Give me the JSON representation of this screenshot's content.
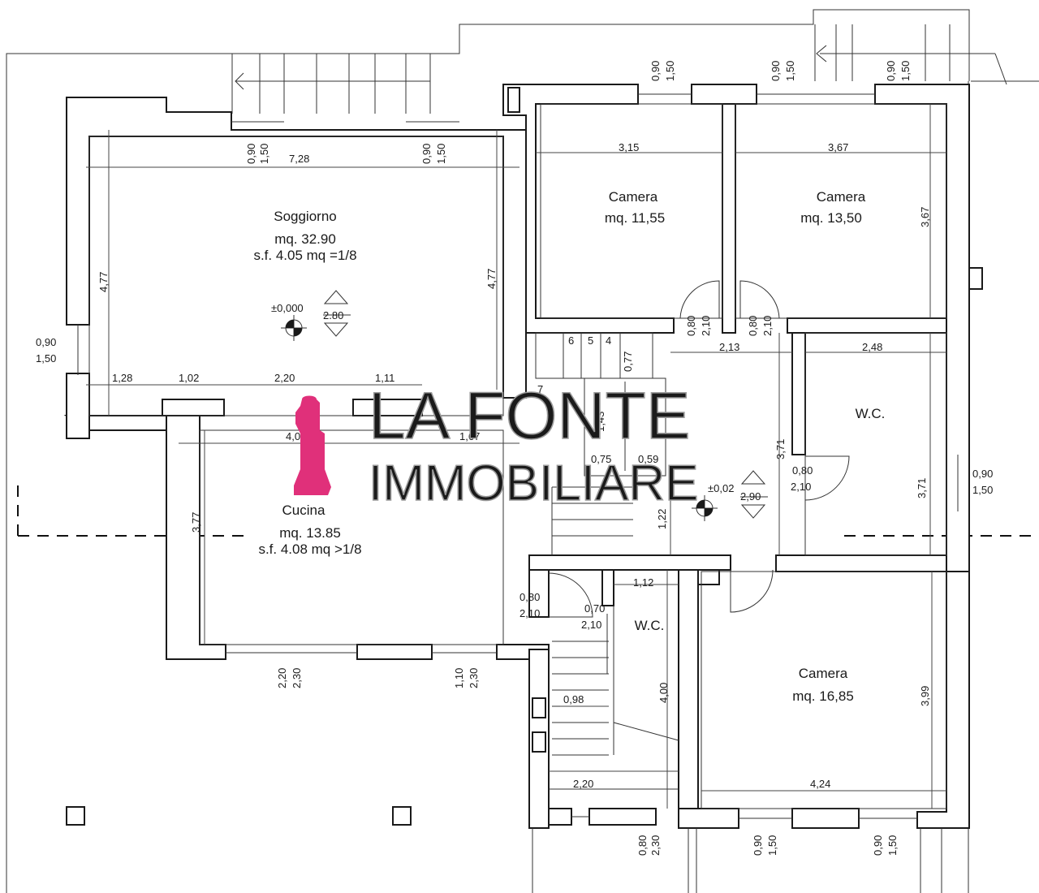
{
  "rooms": {
    "soggiorno": {
      "name": "Soggiorno",
      "area": "mq. 32.90",
      "ratio": "s.f. 4.05 mq =1/8"
    },
    "cucina": {
      "name": "Cucina",
      "area": "mq. 13.85",
      "ratio": "s.f. 4.08 mq >1/8"
    },
    "camera1": {
      "name": "Camera",
      "area": "mq. 11,55"
    },
    "camera2": {
      "name": "Camera",
      "area": "mq. 13,50"
    },
    "camera3": {
      "name": "Camera",
      "area": "mq. 16,85"
    },
    "wc1": {
      "name": "W.C."
    },
    "wc2": {
      "name": "W.C."
    }
  },
  "levels": {
    "main": {
      "elevation": "±0,000",
      "height": "2.80"
    },
    "hall": {
      "elevation": "±0,02",
      "height": "2,90"
    }
  },
  "dimensions": {
    "horizontal": [
      "7,28",
      "3,15",
      "3,67",
      "1,28",
      "1,02",
      "2,20",
      "1,11",
      "4,03",
      "1,67",
      "2,13",
      "2,48",
      "0,75",
      "0,59",
      "1,12",
      "0,98",
      "2,20",
      "4,24"
    ],
    "vertical": [
      "4,77",
      "4,77",
      "3,67",
      "3,77",
      "3,71",
      "3,71",
      "1,22",
      "4,00",
      "3,99",
      "0,77",
      "1,43"
    ],
    "openings": [
      "0,90",
      "1,50",
      "0,80",
      "2,10",
      "2,20",
      "2,30",
      "1,10",
      "0,70"
    ]
  },
  "stair_numbers": [
    "6",
    "5",
    "4",
    "7"
  ],
  "watermark": {
    "line1": "LA FONTE",
    "line2": "IMMOBILIARE",
    "brand_color": "#e0307a"
  }
}
